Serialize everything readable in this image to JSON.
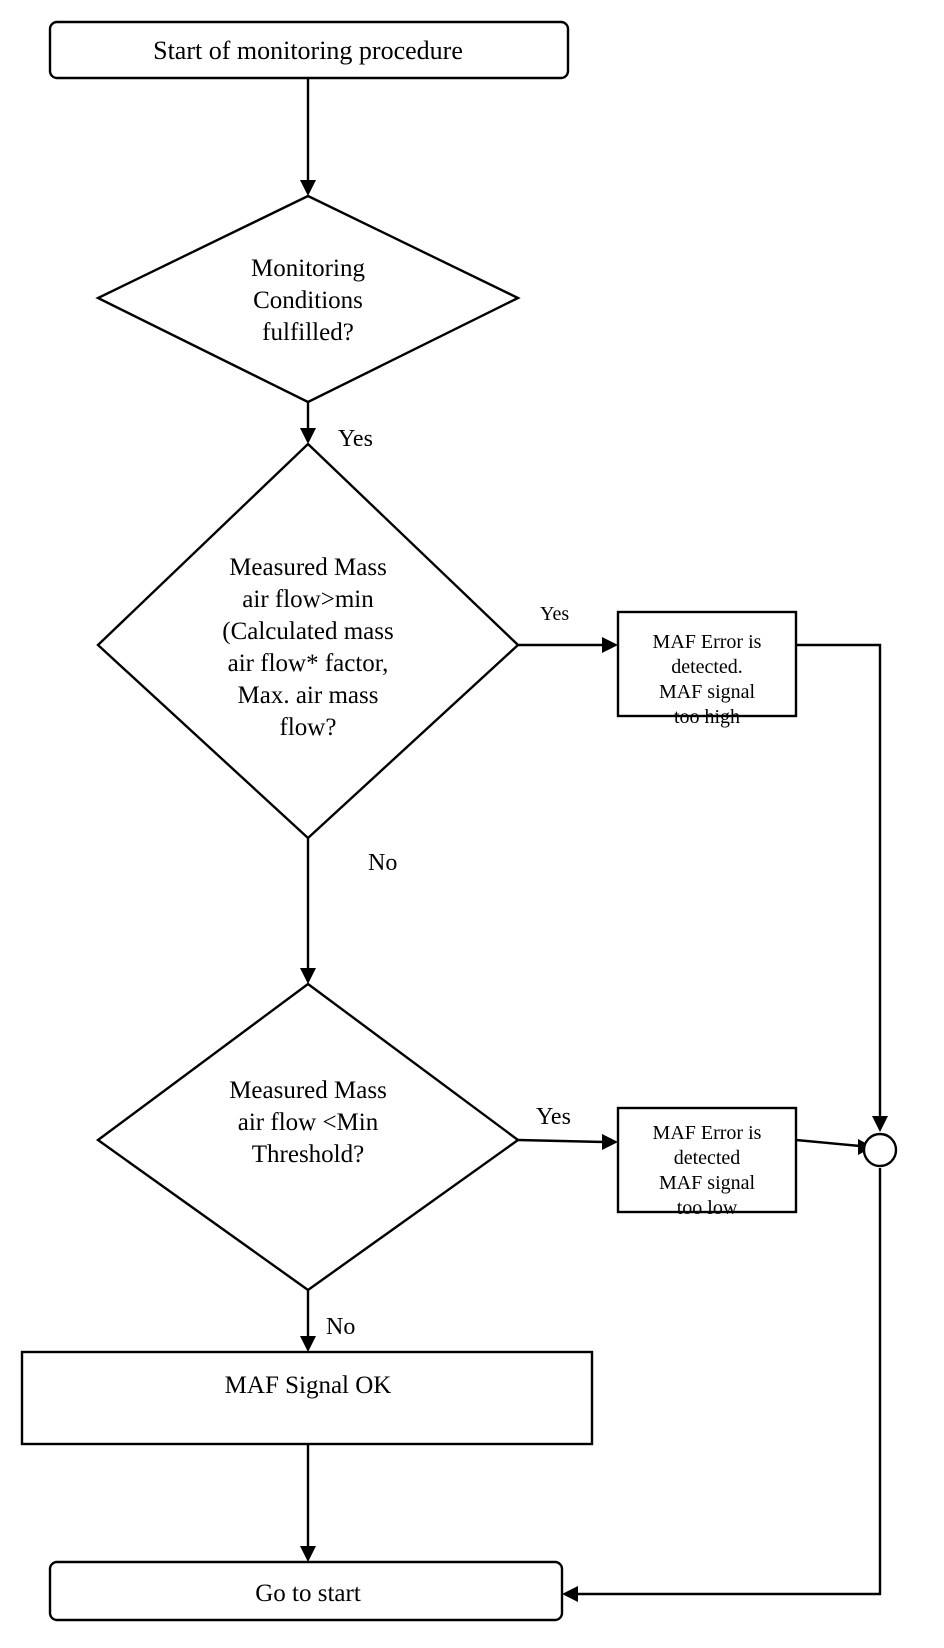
{
  "nodes": {
    "start": {
      "lines": [
        "Start of monitoring procedure"
      ]
    },
    "decision_conditions": {
      "lines": [
        "Monitoring",
        "Conditions",
        "fulfilled?"
      ]
    },
    "decision_high": {
      "lines": [
        "Measured Mass",
        "air flow>min",
        "(Calculated mass",
        "air flow* factor,",
        "Max. air mass",
        "flow?"
      ]
    },
    "error_high": {
      "lines": [
        "MAF Error is",
        "detected.",
        "MAF signal",
        "too high"
      ]
    },
    "decision_low": {
      "lines": [
        "Measured Mass",
        "air flow <Min",
        "Threshold?"
      ]
    },
    "error_low": {
      "lines": [
        "MAF Error is",
        "detected",
        "MAF signal",
        "too low"
      ]
    },
    "signal_ok": {
      "lines": [
        "MAF Signal OK"
      ]
    },
    "goto_start": {
      "lines": [
        "Go to start"
      ]
    }
  },
  "labels": {
    "conditions_yes": "Yes",
    "high_yes": "Yes",
    "high_no": "No",
    "low_yes": "Yes",
    "low_no": "No"
  }
}
